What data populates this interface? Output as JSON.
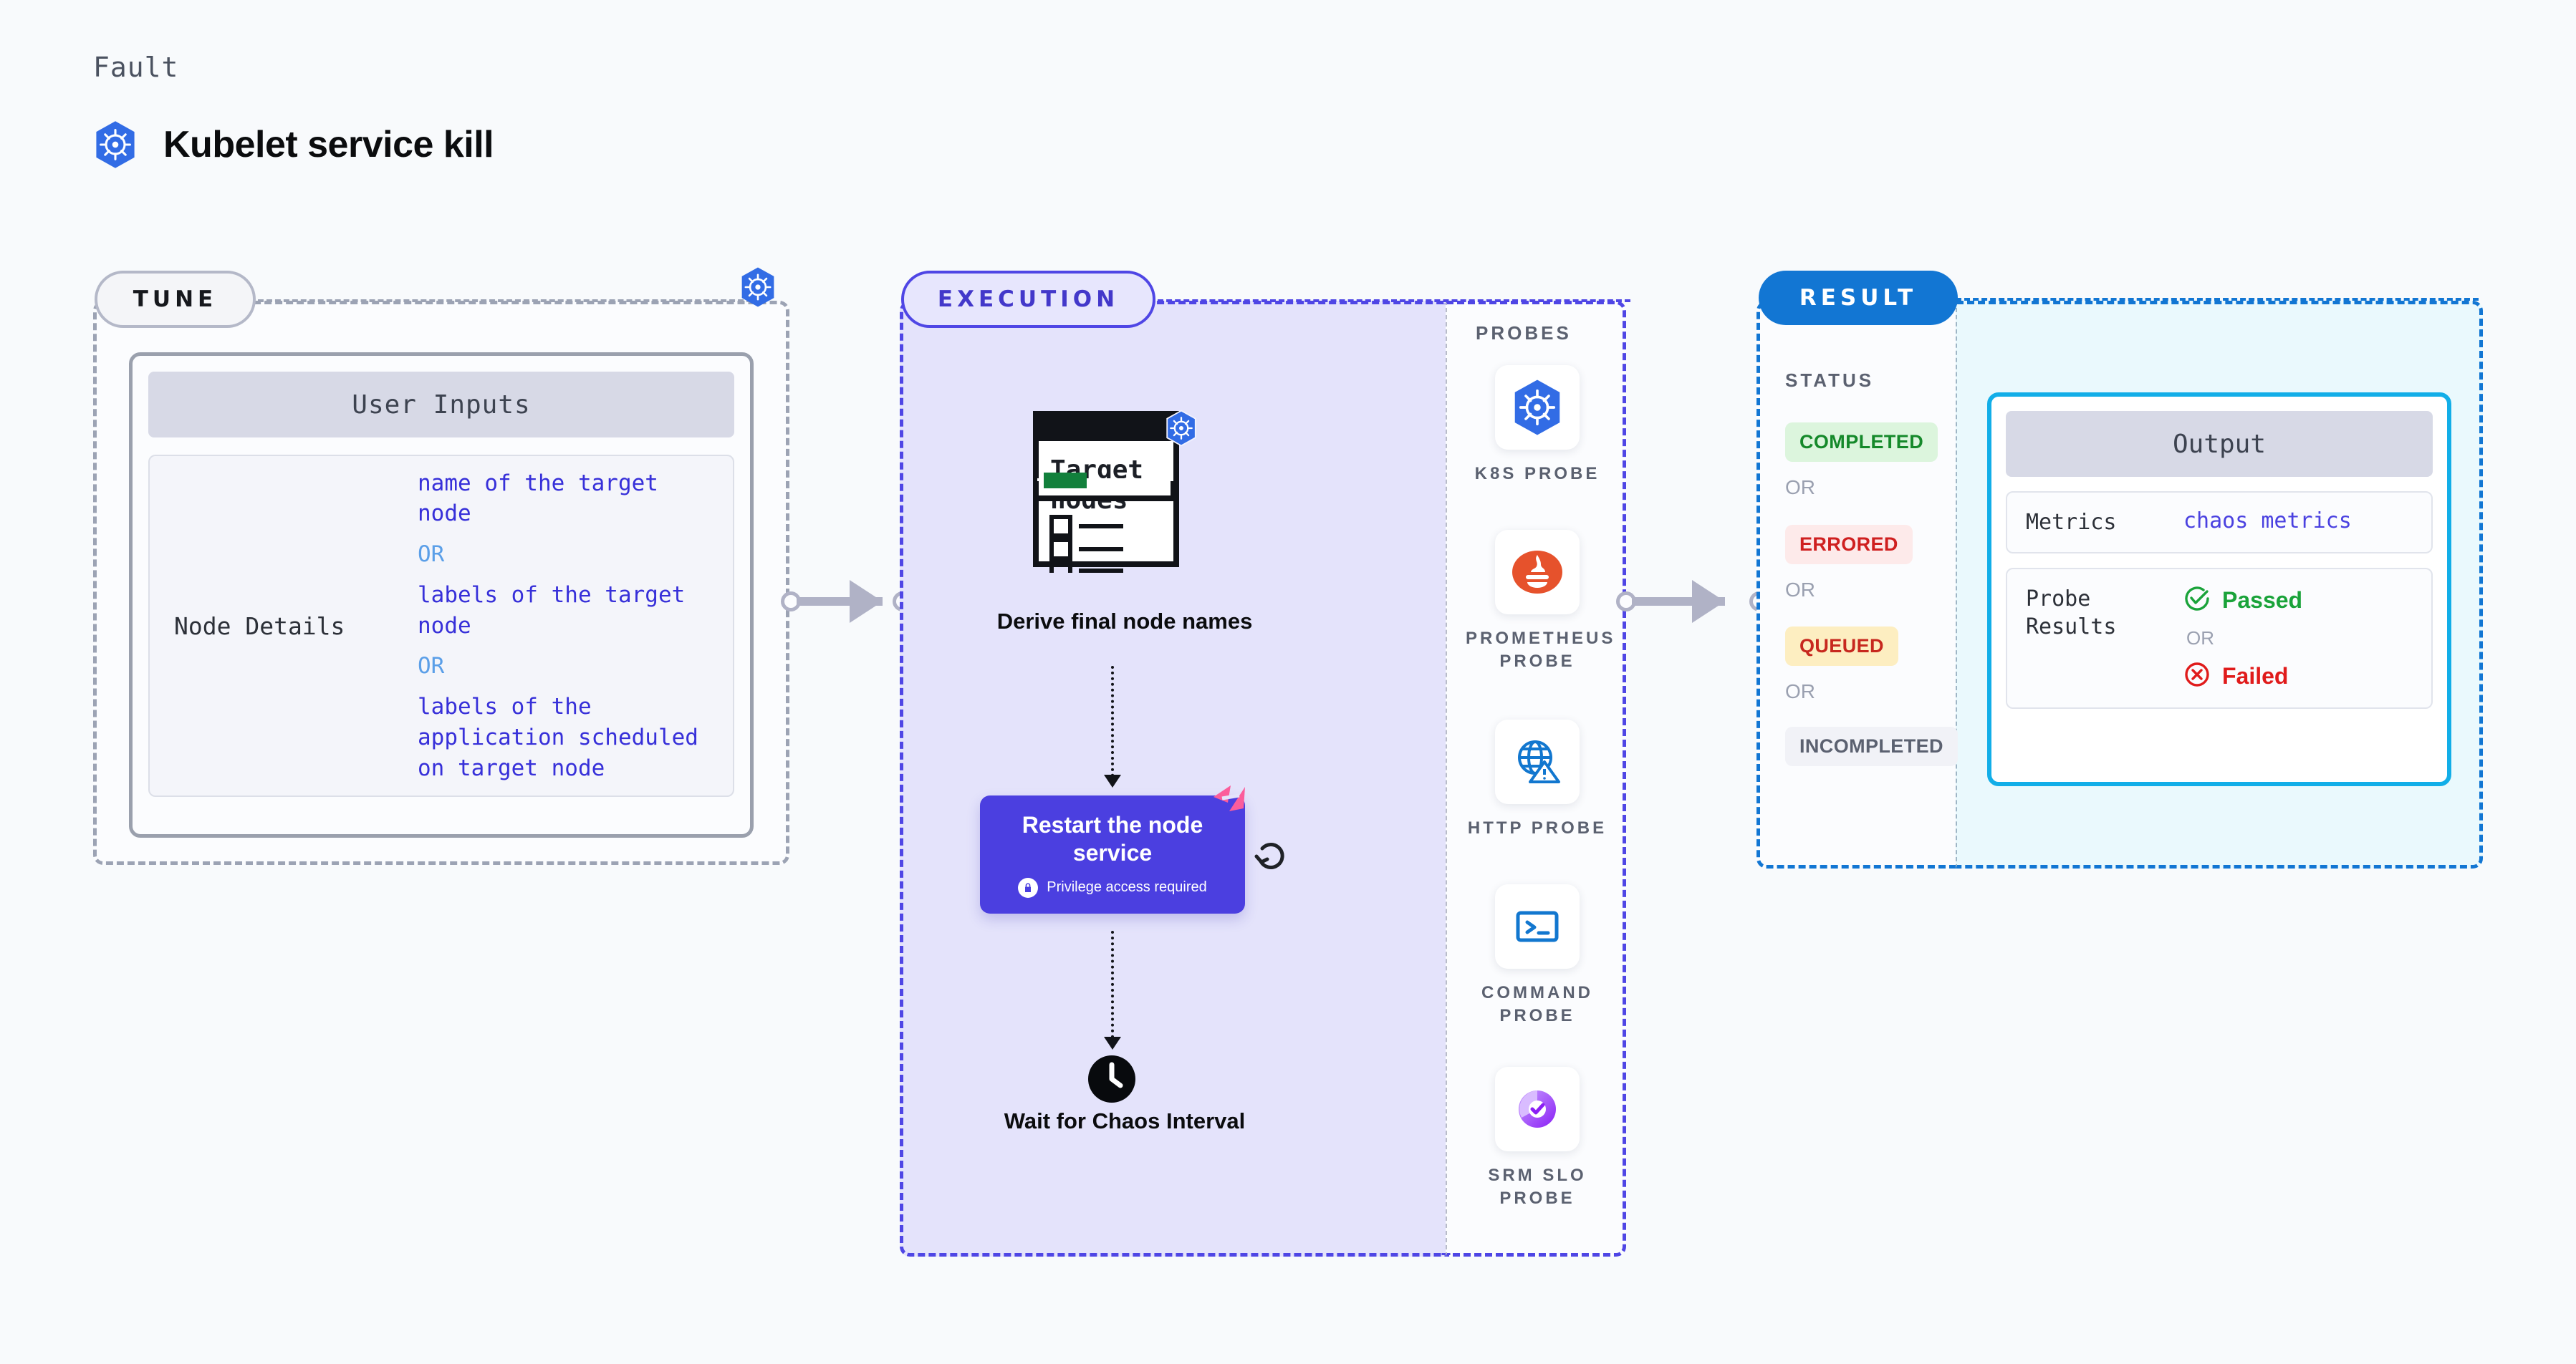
{
  "header": {
    "eyebrow": "Fault",
    "title": "Kubelet service kill",
    "icon": "kubernetes-icon"
  },
  "tune": {
    "badge": "TUNE",
    "corner_icon": "kubernetes-icon",
    "card": {
      "header": "User Inputs",
      "rows": [
        {
          "label": "Node Details",
          "values": [
            {
              "type": "value",
              "text": "name of the target node"
            },
            {
              "type": "or",
              "text": "OR"
            },
            {
              "type": "value",
              "text": "labels of the target node"
            },
            {
              "type": "or",
              "text": "OR"
            },
            {
              "type": "value",
              "text": "labels of the application scheduled on target node"
            }
          ]
        }
      ]
    }
  },
  "execution": {
    "badge": "EXECUTION",
    "steps": [
      {
        "id": "derive-final-node-names",
        "caption": "Derive final node names",
        "icon": "target-nodes-document-icon",
        "doc_title": "Target nodes"
      },
      {
        "id": "restart-the-node-service",
        "caption": "Restart the node service",
        "privilege_note": "Privilege access required",
        "privilege_icon": "lock-icon",
        "badge_icon": "harness-pink-icon",
        "retry_icon": "retry-rotate-icon"
      },
      {
        "id": "wait-for-chaos-interval",
        "caption": "Wait for Chaos Interval",
        "icon": "clock-icon"
      }
    ]
  },
  "probes": {
    "title": "PROBES",
    "items": [
      {
        "name": "K8S PROBE",
        "icon": "kubernetes-icon"
      },
      {
        "name": "PROMETHEUS PROBE",
        "icon": "prometheus-icon"
      },
      {
        "name": "HTTP PROBE",
        "icon": "globe-warning-icon"
      },
      {
        "name": "COMMAND PROBE",
        "icon": "terminal-icon"
      },
      {
        "name": "SRM SLO PROBE",
        "icon": "srm-slo-donut-icon"
      }
    ]
  },
  "result": {
    "badge": "RESULT",
    "status": {
      "title": "STATUS",
      "or_label": "OR",
      "items": [
        {
          "label": "COMPLETED",
          "bg": "#dcf5dd",
          "fg": "#15892a"
        },
        {
          "label": "ERRORED",
          "bg": "#fdeaea",
          "fg": "#cf2020"
        },
        {
          "label": "QUEUED",
          "bg": "#fdeec1",
          "fg": "#c7281e"
        },
        {
          "label": "INCOMPLETED",
          "bg": "#f1f2f7",
          "fg": "#5b6170"
        }
      ]
    },
    "output": {
      "header": "Output",
      "metrics_label": "Metrics",
      "metrics_value": "chaos metrics",
      "probe_results_label": "Probe Results",
      "passed_label": "Passed",
      "passed_icon": "check-circle-icon",
      "or_label": "OR",
      "failed_label": "Failed",
      "failed_icon": "x-circle-icon"
    }
  },
  "colors": {
    "tune_border": "#9ca3b4",
    "exec_border": "#4f46e5",
    "exec_fill": "#e4e3fb",
    "result_border": "#1276d3",
    "output_fill": "#eaf9fd",
    "action_node": "#4b3fe0",
    "k8s_blue": "#326ce5",
    "connector": "#b0b2c6"
  }
}
